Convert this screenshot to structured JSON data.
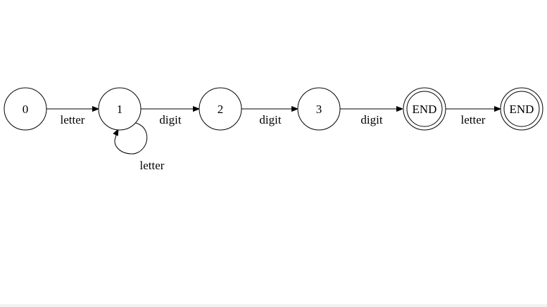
{
  "diagram": {
    "states": [
      {
        "id": "s0",
        "label": "0",
        "accepting": false
      },
      {
        "id": "s1",
        "label": "1",
        "accepting": false
      },
      {
        "id": "s2",
        "label": "2",
        "accepting": false
      },
      {
        "id": "s3",
        "label": "3",
        "accepting": false
      },
      {
        "id": "s4",
        "label": "END",
        "accepting": true
      },
      {
        "id": "s5",
        "label": "END",
        "accepting": true
      }
    ],
    "transitions": [
      {
        "from": "s0",
        "to": "s1",
        "label": "letter"
      },
      {
        "from": "s1",
        "to": "s1",
        "label": "letter"
      },
      {
        "from": "s1",
        "to": "s2",
        "label": "digit"
      },
      {
        "from": "s2",
        "to": "s3",
        "label": "digit"
      },
      {
        "from": "s3",
        "to": "s4",
        "label": "digit"
      },
      {
        "from": "s4",
        "to": "s5",
        "label": "letter"
      }
    ]
  }
}
